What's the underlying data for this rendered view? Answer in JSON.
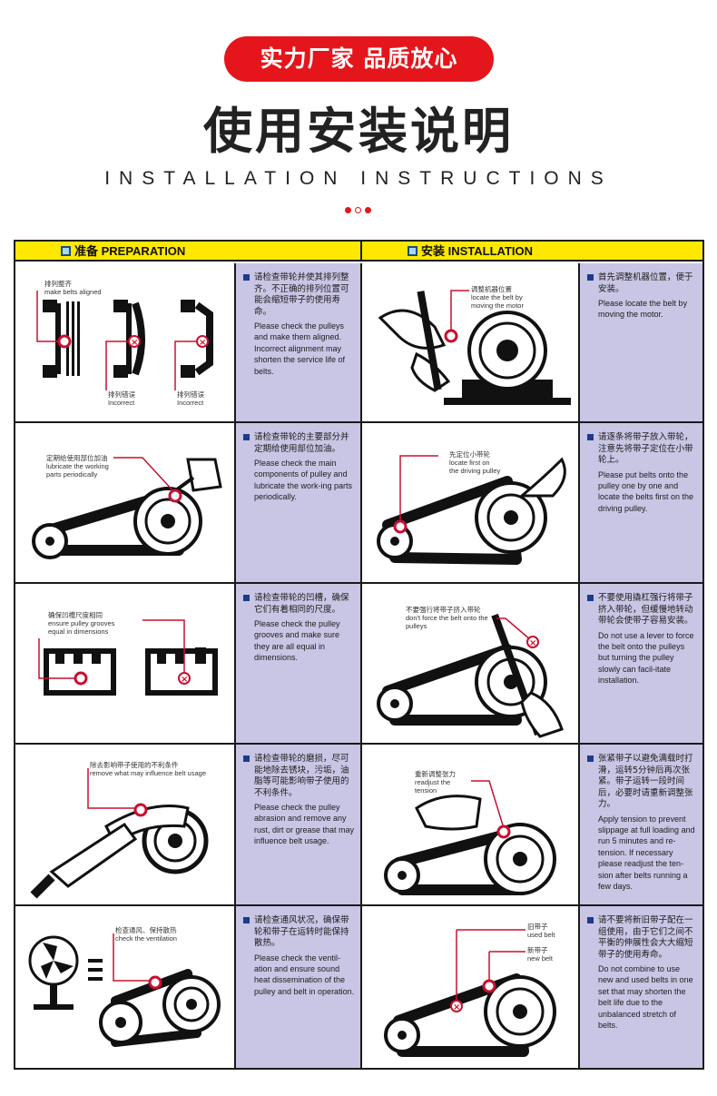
{
  "header": {
    "badge": "实力厂家 品质放心",
    "title": "使用安装说明",
    "subtitle": "INSTALLATION INSTRUCTIONS"
  },
  "colors": {
    "accent": "#e4161b",
    "panel": "#c9c5e4",
    "header_bar": "#ffe800",
    "bullet": "#1a3c8c"
  },
  "sections": {
    "preparation": {
      "label": "准备 PREPARATION"
    },
    "installation": {
      "label": "安装 INSTALLATION"
    }
  },
  "preparation_rows": [
    {
      "labels": {
        "aligned_cn": "排列整齐",
        "aligned_en": "make belts aligned",
        "incorrect1_cn": "排列错误",
        "incorrect1_en": "Incorrect",
        "incorrect2_cn": "排列错误",
        "incorrect2_en": "Incorrect"
      },
      "cn": "请检查带轮并使其排列整齐。不正确的排列位置可能会缩短带子的使用寿命。",
      "en": "Please check the pulleys and make them aligned. Incorrect alignment may shorten the service life of belts."
    },
    {
      "labels": {
        "a_cn": "定期给使用部位加油",
        "a_en1": "lubricate the working",
        "a_en2": "parts periodically"
      },
      "cn": "请检查带轮的主要部分并定期给使用部位加油。",
      "en": "Please check the main components of pulley and lubricate the work-ing parts periodically."
    },
    {
      "labels": {
        "a_cn": "确保凹槽尺度相同",
        "a_en1": "ensure pulley grooves",
        "a_en2": "equal in dimensions"
      },
      "cn": "请检查带轮的凹槽，确保它们有着相同的尺度。",
      "en": "Please check the pulley grooves and make sure they are all equal in dimensions."
    },
    {
      "labels": {
        "a_cn": "除去影响带子使用的不利条件",
        "a_en1": "remove what may influence belt usage"
      },
      "cn": "请检查带轮的磨损，尽可能地除去锈块，污垢，油脂等可能影响带子使用的不利条件。",
      "en": "Please check the pulley abrasion and remove any rust, dirt or grease that may influence belt usage."
    },
    {
      "labels": {
        "a_cn": "检查通风、保持散热",
        "a_en1": "check the ventilation"
      },
      "cn": "请检查通风状况，确保带轮和带子在运转时能保持散热。",
      "en": "Please check the ventil-ation and ensure sound heat dissemination of the pulley and belt in operation."
    }
  ],
  "installation_rows": [
    {
      "labels": {
        "a_cn": "调整机器位置",
        "a_en1": "locate the belt by",
        "a_en2": "moving the motor"
      },
      "cn": "首先调整机器位置，便于安装。",
      "en": "Please locate the belt by moving the motor."
    },
    {
      "labels": {
        "a_cn": "先定位小带轮",
        "a_en1": "locate first on",
        "a_en2": "the driving pulley"
      },
      "cn": "请逐条将带子放入带轮，注意先将带子定位在小带轮上。",
      "en": "Please put belts onto the pulley one by one and locate the belts first on the driving pulley."
    },
    {
      "labels": {
        "a_cn": "不要强行将带子挤入带轮",
        "a_en1": "don't force the belt onto the",
        "a_en2": "pulleys"
      },
      "cn": "不要使用撬杠强行将带子挤入带轮，但缓慢地转动带轮会使带子容易安装。",
      "en": "Do not use a lever to force the belt onto the pulleys but turning the pulley slowly can facil-itate installation."
    },
    {
      "labels": {
        "a_cn": "重新调整张力",
        "a_en1": "readjust the",
        "a_en2": "tension"
      },
      "cn": "张紧带子以避免满载时打滑，运转5分钟后再次张紧。带子运转一段时间后，必要时请重新调整张力。",
      "en": "Apply tension to prevent slippage at full loading and run 5 minutes and re-tension. If necessary please readjust the ten-sion after belts running a few days."
    },
    {
      "labels": {
        "old_cn": "旧带子",
        "old_en": "used belt",
        "new_cn": "新带子",
        "new_en": "new belt"
      },
      "cn": "请不要将新旧带子配在一组使用，由于它们之间不平衡的伸展性会大大缩短带子的使用寿命。",
      "en": "Do not combine to use new and used belts in one set that may shorten the belt life due to the unbalanced stretch of belts."
    }
  ]
}
